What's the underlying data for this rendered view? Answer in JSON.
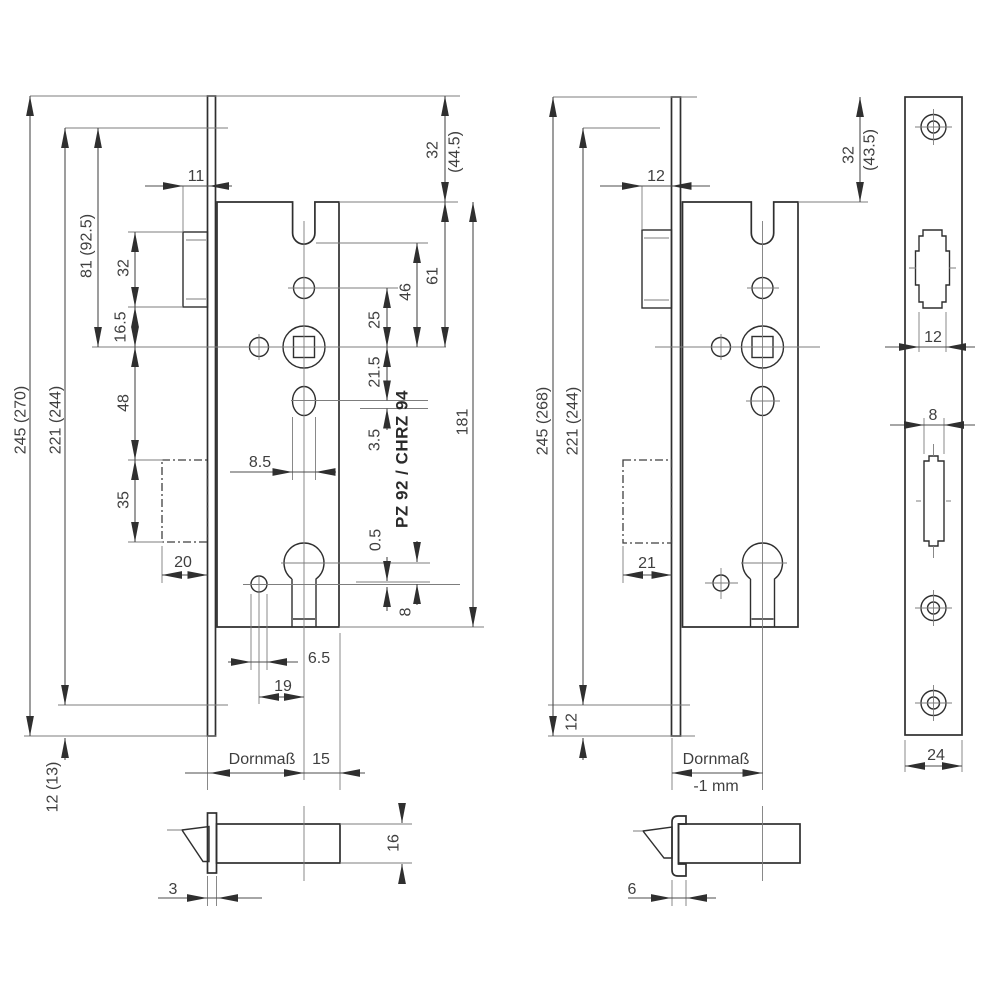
{
  "left": {
    "total": "245 (270)",
    "inner": "221 (244)",
    "top_to_axis": "81 (92.5)",
    "cup_height": "32",
    "cup_to_axis": "16.5",
    "axis_to_cup2": "48",
    "cup2_height": "35",
    "cup2_depth": "20",
    "front_offset": "11",
    "plate_to_body": "32",
    "plate_to_body_alt": "(44.5)",
    "body_to_axis": "61",
    "notch_to_axis": "46",
    "hole_to_axis": "25",
    "axis_to_slot": "21.5",
    "slot_extra": "3.5",
    "slot_width": "8.5",
    "body_height": "181",
    "product_code": "PZ 92 / CHRZ 94",
    "cyl_offset": "0.5",
    "cyl_drop": "8",
    "pin_diameter": "6.5",
    "pin_to_axis": "19",
    "backset_label": "Dornmaß",
    "beyond_axis": "15",
    "bottom_margin": "12 (13)",
    "detail_thickness": "3",
    "detail_height": "16"
  },
  "middle": {
    "total": "245 (268)",
    "inner": "221 (244)",
    "front_offset": "12",
    "plate_to_body": "32",
    "plate_to_body_alt": "(43.5)",
    "cup2_depth": "21",
    "bottom_margin": "12",
    "backset_label": "Dornmaß",
    "backset_adjust": "-1 mm",
    "detail_thickness": "6"
  },
  "plate": {
    "latch_cutout_width": "12",
    "cyl_cutout_width": "8",
    "width": "24"
  }
}
